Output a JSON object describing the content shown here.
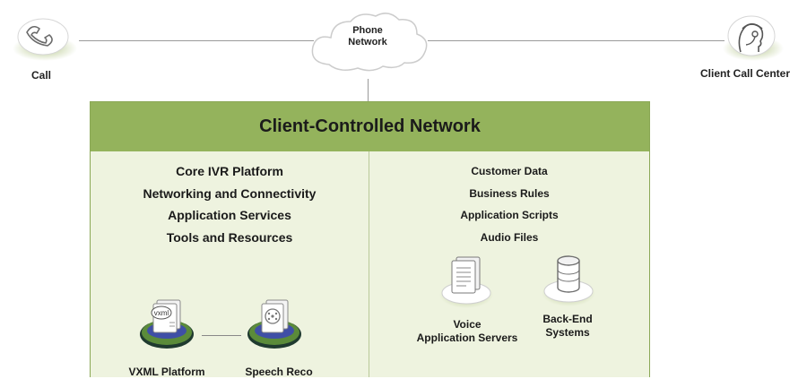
{
  "nodes": {
    "call": "Call",
    "phone_network_line1": "Phone",
    "phone_network_line2": "Network",
    "client_call_center": "Client Call Center"
  },
  "network": {
    "title": "Client-Controlled Network",
    "left_services": [
      "Core IVR Platform",
      "Networking and Connectivity",
      "Application Services",
      "Tools and Resources"
    ],
    "right_services": [
      "Customer Data",
      "Business Rules",
      "Application Scripts",
      "Audio Files"
    ],
    "icons": {
      "vxml_platform": "VXML Platform",
      "vxml_badge": "vxml",
      "speech_reco": "Speech Reco",
      "voice_servers_line1": "Voice",
      "voice_servers_line2": "Application Servers",
      "backend_line1": "Back-End",
      "backend_line2": "Systems"
    }
  },
  "colors": {
    "header_green": "#94b35c",
    "panel_bg": "#eef3df",
    "line_gray": "#9a9a9a",
    "accent_blue": "#3f4fa6"
  }
}
